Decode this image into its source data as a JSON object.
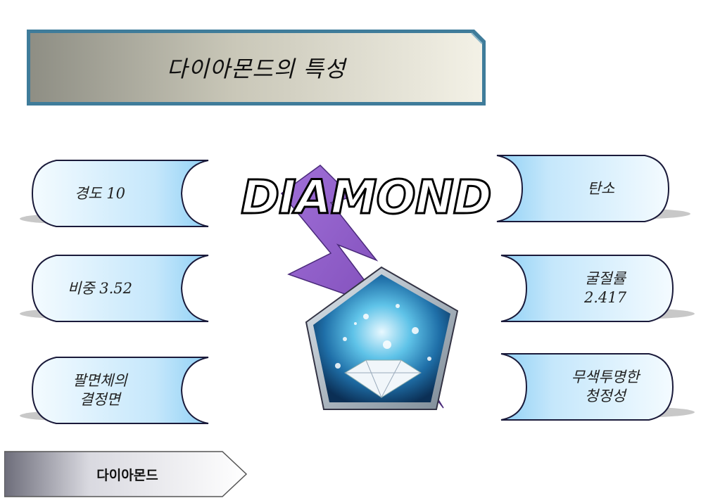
{
  "title": "다이아몬드의 특성",
  "center": {
    "word": "DIAMOND"
  },
  "properties_left": [
    {
      "label": "경도 10"
    },
    {
      "label": "비중 3.52"
    },
    {
      "label": "팔면체의\n결정면"
    }
  ],
  "properties_right": [
    {
      "label": "탄소"
    },
    {
      "label": "굴절률\n2.417"
    },
    {
      "label": "무색투명한\n청정성"
    }
  ],
  "nav": {
    "label": "다이아몬드"
  },
  "colors": {
    "pill_light": "#f4fbff",
    "pill_dark": "#8fd0f5",
    "pill_border": "#1a1a3a",
    "bolt": "#8a55c0",
    "title_dark": "#8e8e84",
    "title_light": "#f3f1e6",
    "title_border": "#3f7c9a"
  }
}
